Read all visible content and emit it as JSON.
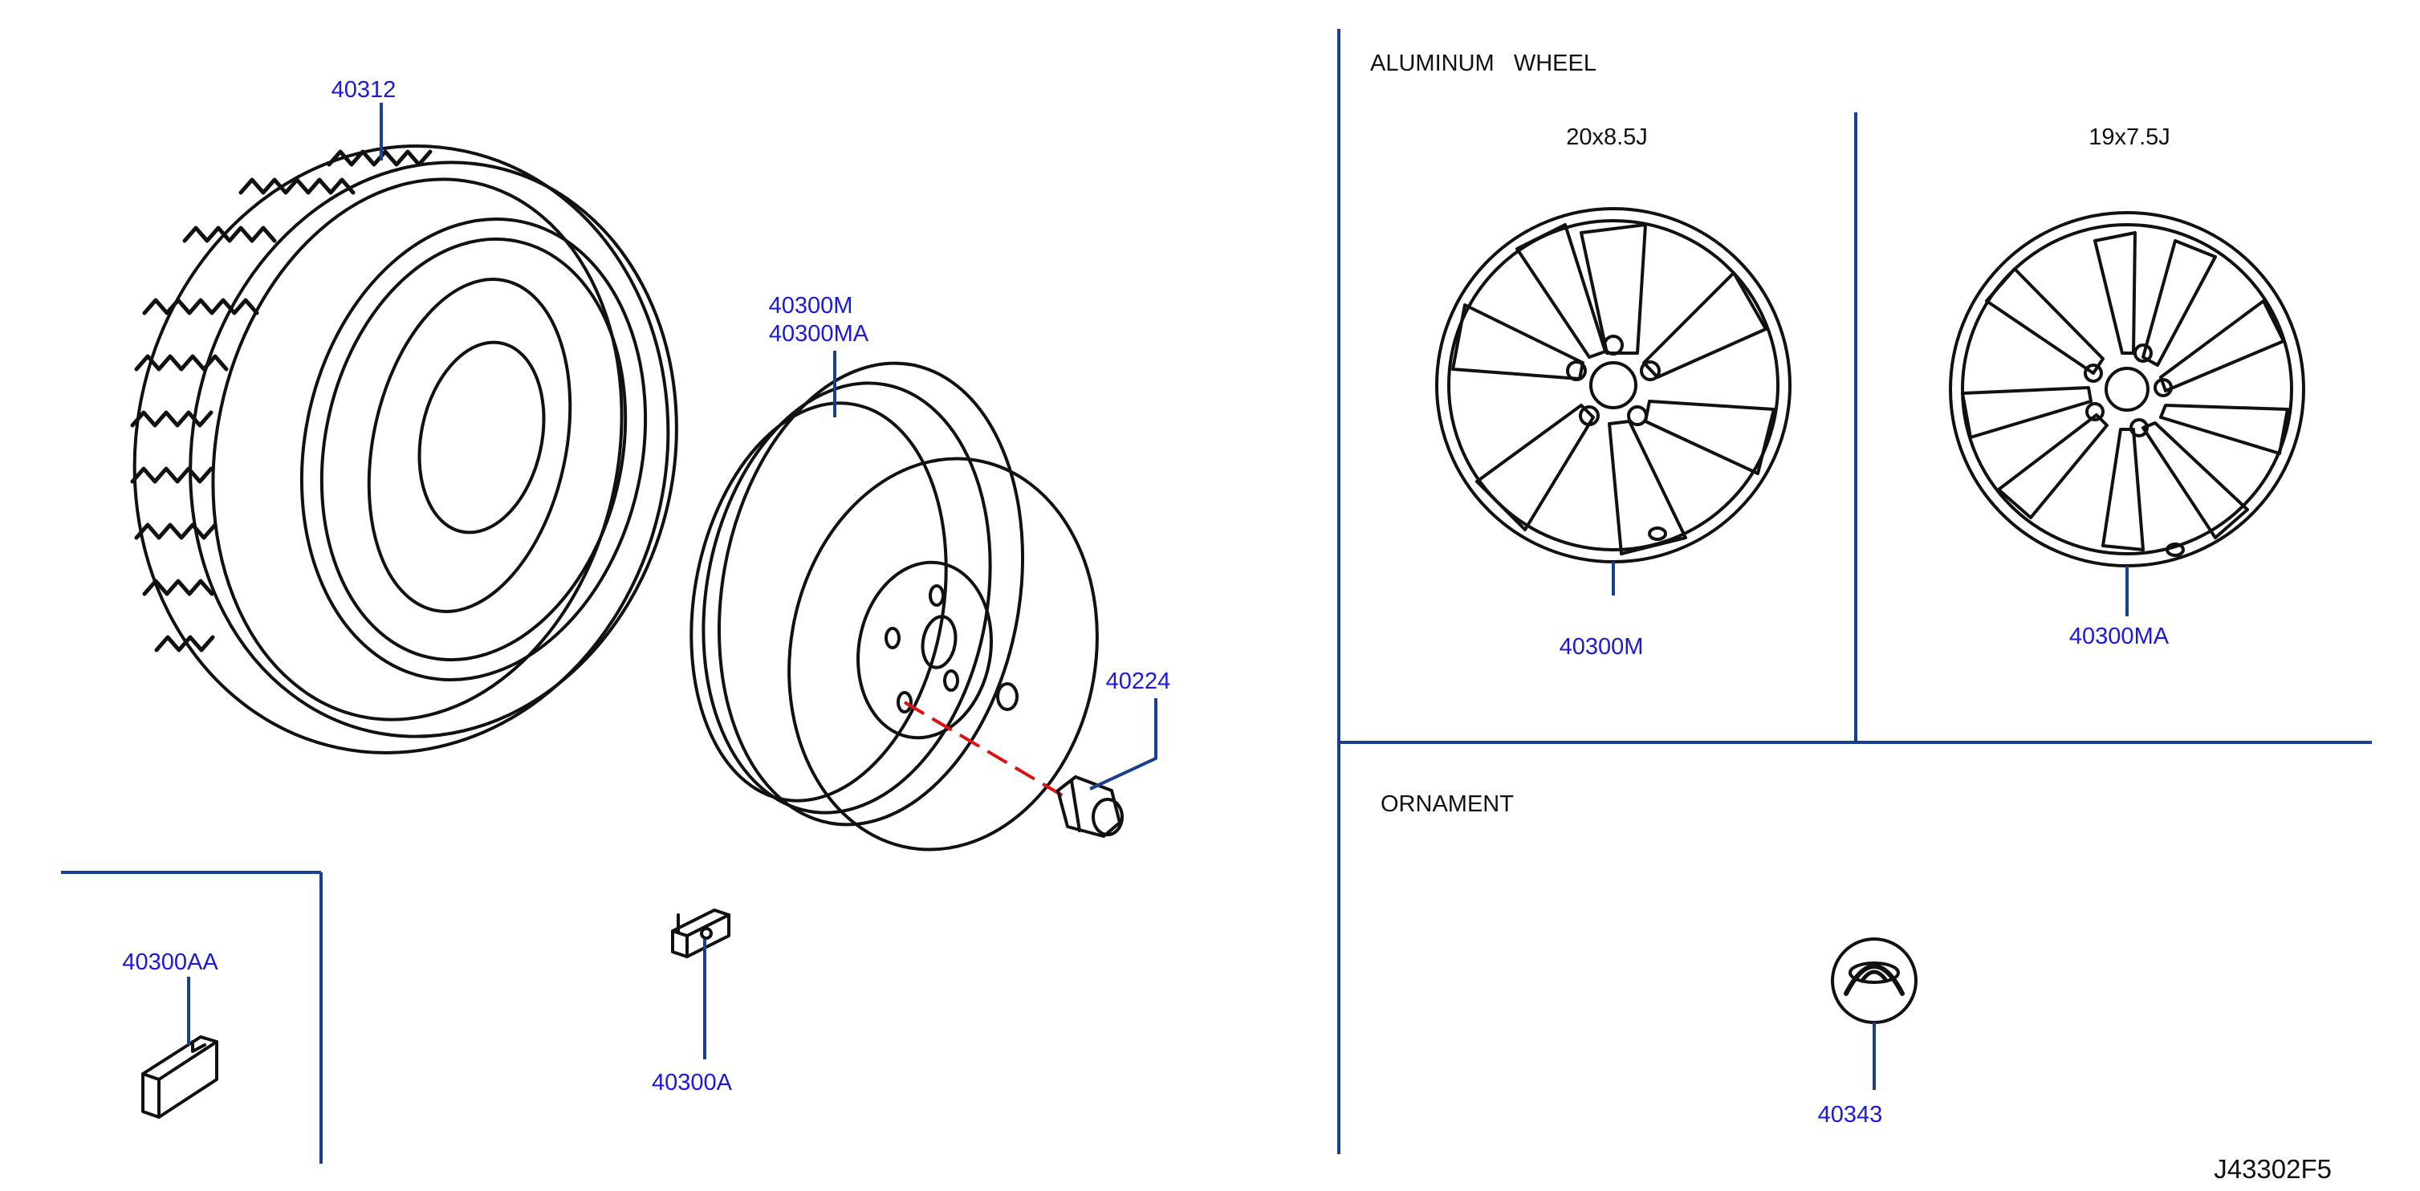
{
  "sections": {
    "aluminum_wheel": "ALUMINUM   WHEEL",
    "ornament": "ORNAMENT"
  },
  "wheel_sizes": {
    "wheel_20": "20x8.5J",
    "wheel_19": "19x7.5J"
  },
  "part_labels": {
    "tire": "40312",
    "steel_wheel_1": "40300M",
    "steel_wheel_2": "40300MA",
    "wheel_nut": "40224",
    "balance_weight_aa": "40300AA",
    "balance_weight_a": "40300A",
    "alloy_20_part": "40300M",
    "alloy_19_part": "40300MA",
    "ornament_part": "40343"
  },
  "diagram_code": "J43302F5",
  "colors": {
    "label_blue": "#1a1ad8",
    "leader_blue": "#1a3f8f",
    "line_black": "#111111",
    "hidden_red": "#e01010"
  }
}
